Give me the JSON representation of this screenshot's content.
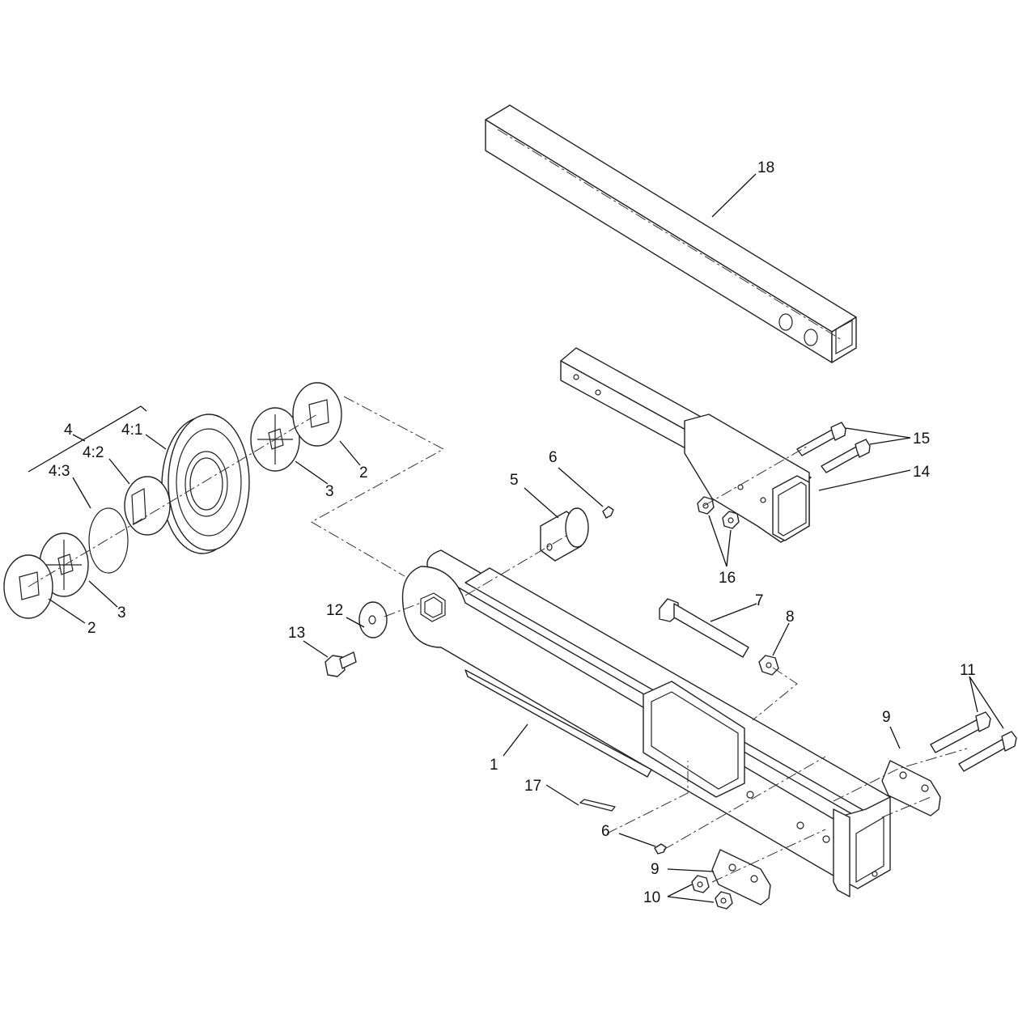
{
  "callouts": [
    {
      "id": "c18",
      "text": "18"
    },
    {
      "id": "c15",
      "text": "15"
    },
    {
      "id": "c14",
      "text": "14"
    },
    {
      "id": "c16",
      "text": "16"
    },
    {
      "id": "c4",
      "text": "4"
    },
    {
      "id": "c4_1",
      "text": "4:1"
    },
    {
      "id": "c4_2",
      "text": "4:2"
    },
    {
      "id": "c4_3",
      "text": "4:3"
    },
    {
      "id": "c2a",
      "text": "2"
    },
    {
      "id": "c3a",
      "text": "3"
    },
    {
      "id": "c3b",
      "text": "3"
    },
    {
      "id": "c2b",
      "text": "2"
    },
    {
      "id": "c6a",
      "text": "6"
    },
    {
      "id": "c5",
      "text": "5"
    },
    {
      "id": "c12",
      "text": "12"
    },
    {
      "id": "c13",
      "text": "13"
    },
    {
      "id": "c7",
      "text": "7"
    },
    {
      "id": "c8",
      "text": "8"
    },
    {
      "id": "c11",
      "text": "11"
    },
    {
      "id": "c9a",
      "text": "9"
    },
    {
      "id": "c1",
      "text": "1"
    },
    {
      "id": "c17",
      "text": "17"
    },
    {
      "id": "c6b",
      "text": "6"
    },
    {
      "id": "c9b",
      "text": "9"
    },
    {
      "id": "c10",
      "text": "10"
    }
  ]
}
